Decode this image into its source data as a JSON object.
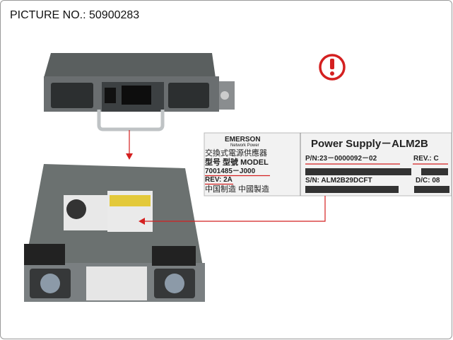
{
  "header": {
    "picture_no": "PICTURE NO.: 50900283"
  },
  "icons": {
    "warning": "exclamation-circle-icon"
  },
  "colors": {
    "accent": "#d42020",
    "arrow": "#d42020"
  },
  "label_left": {
    "brand": "EMERSON",
    "brand_sub": "Network Power",
    "cn_line1": "交換式電源供應器",
    "model_line": "型号 型號 MODEL",
    "model": "7001485－J000",
    "rev": "REV: 2A",
    "made_in": "中国制造 中國製造"
  },
  "label_right": {
    "title": "Power Supply－ALM2B",
    "pn": "P/N:23－0000092－02",
    "rev": "REV.: C",
    "sn": "S/N: ALM2B29DCFT",
    "dc": "D/C: 08"
  }
}
